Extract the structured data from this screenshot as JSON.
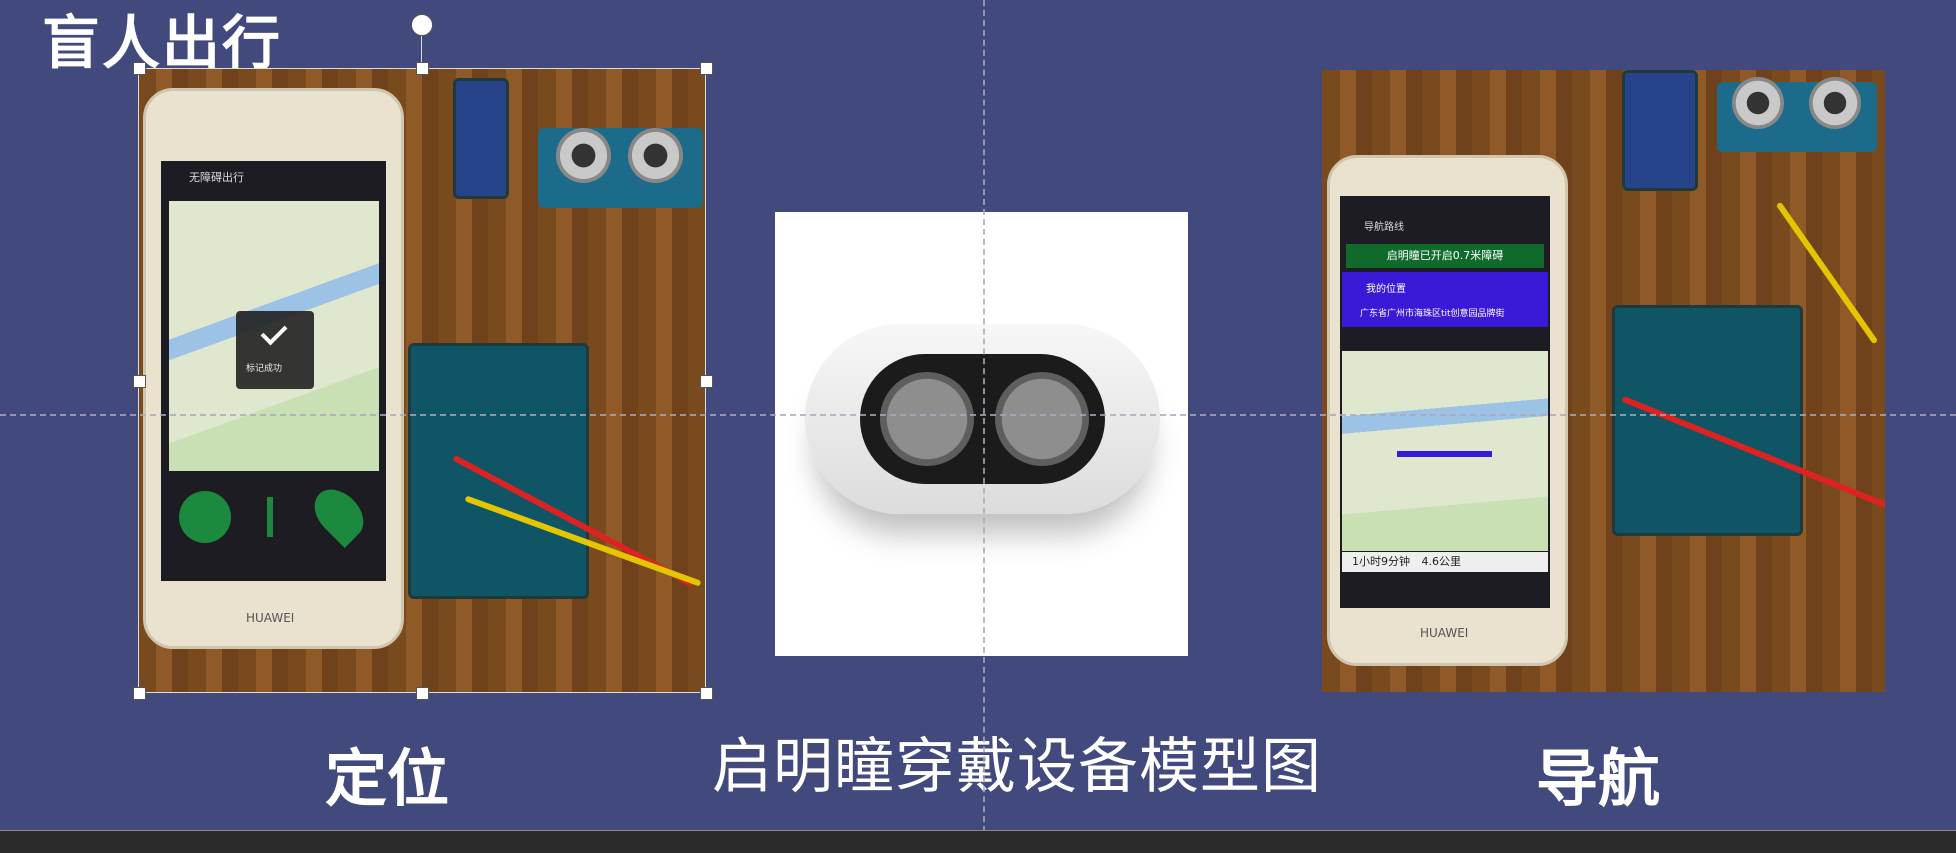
{
  "slide": {
    "title": "盲人出行",
    "captions": {
      "left": "定位",
      "center": "启明瞳穿戴设备模型图",
      "right": "导航"
    }
  },
  "left_photo": {
    "phone_brand": "HUAWEI",
    "app_title": "无障碍出行",
    "toast": "标记成功"
  },
  "right_photo": {
    "phone_brand": "HUAWEI",
    "app_title": "导航路线",
    "banner": "启明瞳已开启0.7米障碍",
    "my_location": "我的位置",
    "destination": "广东省广州市海珠区tit创意园品牌街",
    "trip_info": "1小时9分钟",
    "distance": "4.6公里"
  },
  "colors": {
    "slide_bg": "#424a7d",
    "accent_green": "#1b8a3f",
    "route_blue": "#3b19d9"
  }
}
